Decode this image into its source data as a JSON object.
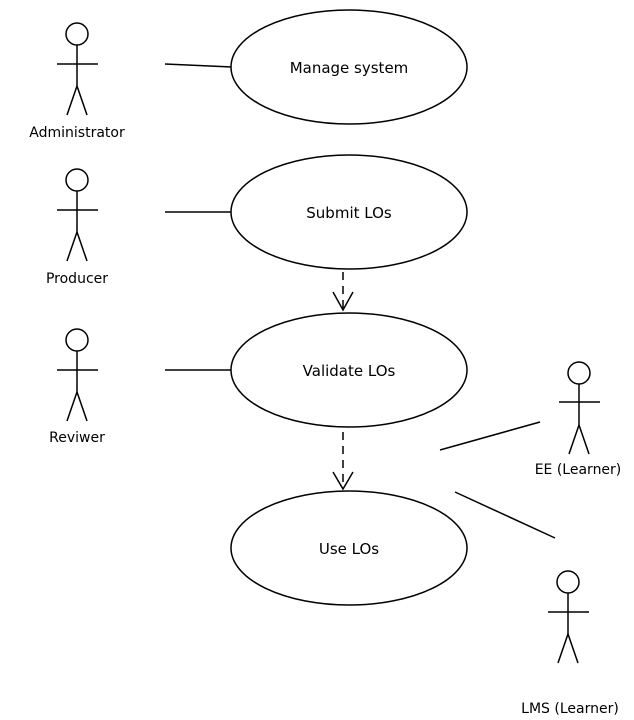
{
  "diagram": {
    "type": "use-case",
    "actors": [
      {
        "id": "administrator",
        "label": "Administrator"
      },
      {
        "id": "producer",
        "label": "Producer"
      },
      {
        "id": "reviwer",
        "label": "Reviwer"
      },
      {
        "id": "ee-learner",
        "label": "EE (Learner)"
      },
      {
        "id": "lms-learner",
        "label": "LMS (Learner)"
      }
    ],
    "use_cases": [
      {
        "id": "manage-system",
        "label": "Manage system"
      },
      {
        "id": "submit-los",
        "label": "Submit LOs"
      },
      {
        "id": "validate-los",
        "label": "Validate LOs"
      },
      {
        "id": "use-los",
        "label": "Use LOs"
      }
    ],
    "associations": [
      {
        "actor": "administrator",
        "use_case": "manage-system"
      },
      {
        "actor": "producer",
        "use_case": "submit-los"
      },
      {
        "actor": "reviwer",
        "use_case": "validate-los"
      },
      {
        "actor": "ee-learner",
        "use_case": "use-los"
      },
      {
        "actor": "lms-learner",
        "use_case": "use-los"
      }
    ],
    "dependencies": [
      {
        "from": "submit-los",
        "to": "validate-los",
        "style": "dashed-open-arrow"
      },
      {
        "from": "validate-los",
        "to": "use-los",
        "style": "dashed-open-arrow"
      }
    ]
  }
}
